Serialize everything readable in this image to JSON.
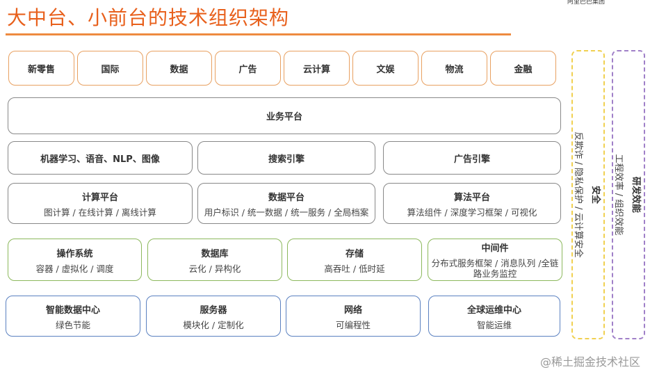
{
  "title": "大中台、小前台的技术组织架构",
  "logo": "阿里巴巴集团",
  "business": [
    "新零售",
    "国际",
    "数据",
    "广告",
    "云计算",
    "文娱",
    "物流",
    "金融"
  ],
  "business_platform": "业务平台",
  "ai_row": [
    "机器学习、语音、NLP、图像",
    "搜索引擎",
    "广告引擎"
  ],
  "platforms": [
    {
      "title": "计算平台",
      "sub": "图计算 / 在线计算 / 离线计算"
    },
    {
      "title": "数据平台",
      "sub": "用户标识 / 统一数据 / 统一服务 / 全局档案"
    },
    {
      "title": "算法平台",
      "sub": "算法组件 / 深度学习框架 / 可视化"
    }
  ],
  "infra": [
    {
      "title": "操作系统",
      "sub": "容器 / 虚拟化 / 调度"
    },
    {
      "title": "数据库",
      "sub": "云化 / 异构化"
    },
    {
      "title": "存储",
      "sub": "高吞吐 / 低时延"
    },
    {
      "title": "中间件",
      "sub": "分布式服务框架 / 消息队列 /全链路业务监控"
    }
  ],
  "hardware": [
    {
      "title": "智能数据中心",
      "sub": "绿色节能"
    },
    {
      "title": "服务器",
      "sub": "模块化 / 定制化"
    },
    {
      "title": "网络",
      "sub": "可编程性"
    },
    {
      "title": "全球运维中心",
      "sub": "智能运维"
    }
  ],
  "security": {
    "title": "安全",
    "sub": "反欺诈 / 隐私保护 / 云计算安全"
  },
  "devops": {
    "title": "研发效能",
    "sub": "工程效率 / 组织效能"
  },
  "watermark": "@稀土掘金技术社区",
  "colors": {
    "title": "#e8601c",
    "business": "#e8a060",
    "platform": "#888888",
    "infra": "#8cb85c",
    "hardware": "#5a80c0",
    "security": "#f0d050",
    "devops": "#a080c8"
  }
}
